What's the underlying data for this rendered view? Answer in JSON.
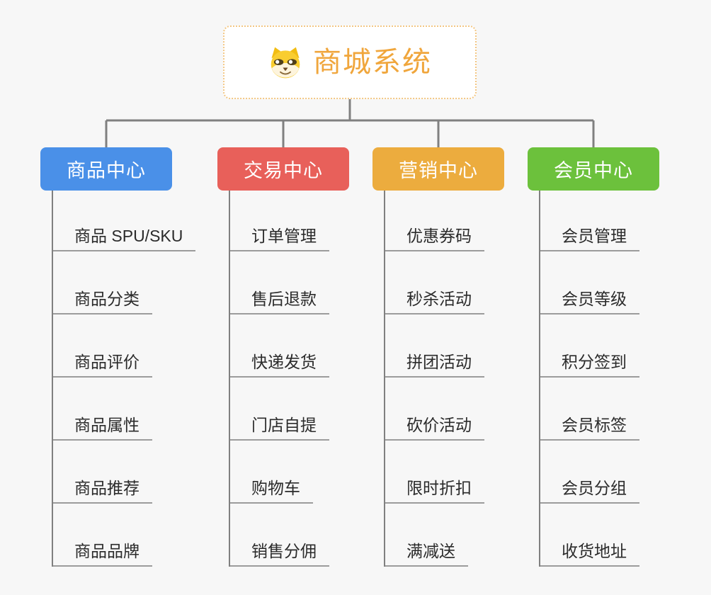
{
  "root": {
    "title": "商城系统",
    "icon": "shiba-dog-icon"
  },
  "branches": [
    {
      "label": "商品中心",
      "color": "#4a90e8",
      "items": [
        "商品 SPU/SKU",
        "商品分类",
        "商品评价",
        "商品属性",
        "商品推荐",
        "商品品牌"
      ]
    },
    {
      "label": "交易中心",
      "color": "#e8605a",
      "items": [
        "订单管理",
        "售后退款",
        "快递发货",
        "门店自提",
        "购物车",
        "销售分佣"
      ]
    },
    {
      "label": "营销中心",
      "color": "#ecac3e",
      "items": [
        "优惠券码",
        "秒杀活动",
        "拼团活动",
        "砍价活动",
        "限时折扣",
        "满减送"
      ]
    },
    {
      "label": "会员中心",
      "color": "#6cc13c",
      "items": [
        "会员管理",
        "会员等级",
        "积分签到",
        "会员标签",
        "会员分组",
        "收货地址"
      ]
    }
  ],
  "colors": {
    "connector": "#808080",
    "underline": "#9c9c9c",
    "root_text": "#f0a63c",
    "root_border": "#f3c784",
    "background": "#f7f7f7",
    "item_text": "#2b2b2b"
  }
}
